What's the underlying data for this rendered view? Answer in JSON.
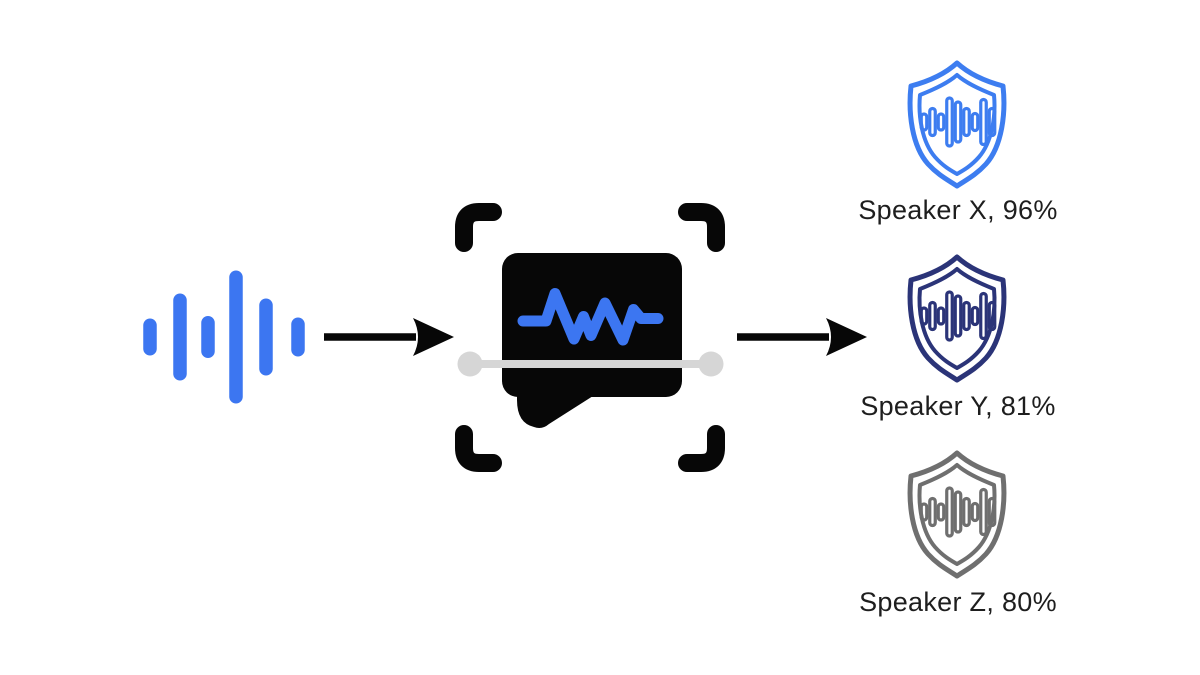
{
  "background_color": "#ffffff",
  "colors": {
    "accent_blue": "#3c76f1",
    "black": "#070707",
    "scan_gray": "#d6d6d6",
    "text": "#1e1e1e"
  },
  "input": {
    "icon": "audio-waveform-icon"
  },
  "scanner": {
    "icon": "voice-scan-speech-bubble-icon"
  },
  "results": [
    {
      "label": "Speaker X, 96%",
      "speaker": "Speaker X",
      "confidence_pct": 96,
      "shield_color": "#3d7df0",
      "icon": "shield-voiceprint-icon"
    },
    {
      "label": "Speaker Y, 81%",
      "speaker": "Speaker Y",
      "confidence_pct": 81,
      "shield_color": "#2b3478",
      "icon": "shield-voiceprint-icon"
    },
    {
      "label": "Speaker Z, 80%",
      "speaker": "Speaker Z",
      "confidence_pct": 80,
      "shield_color": "#6f6f6f",
      "icon": "shield-voiceprint-icon"
    }
  ]
}
